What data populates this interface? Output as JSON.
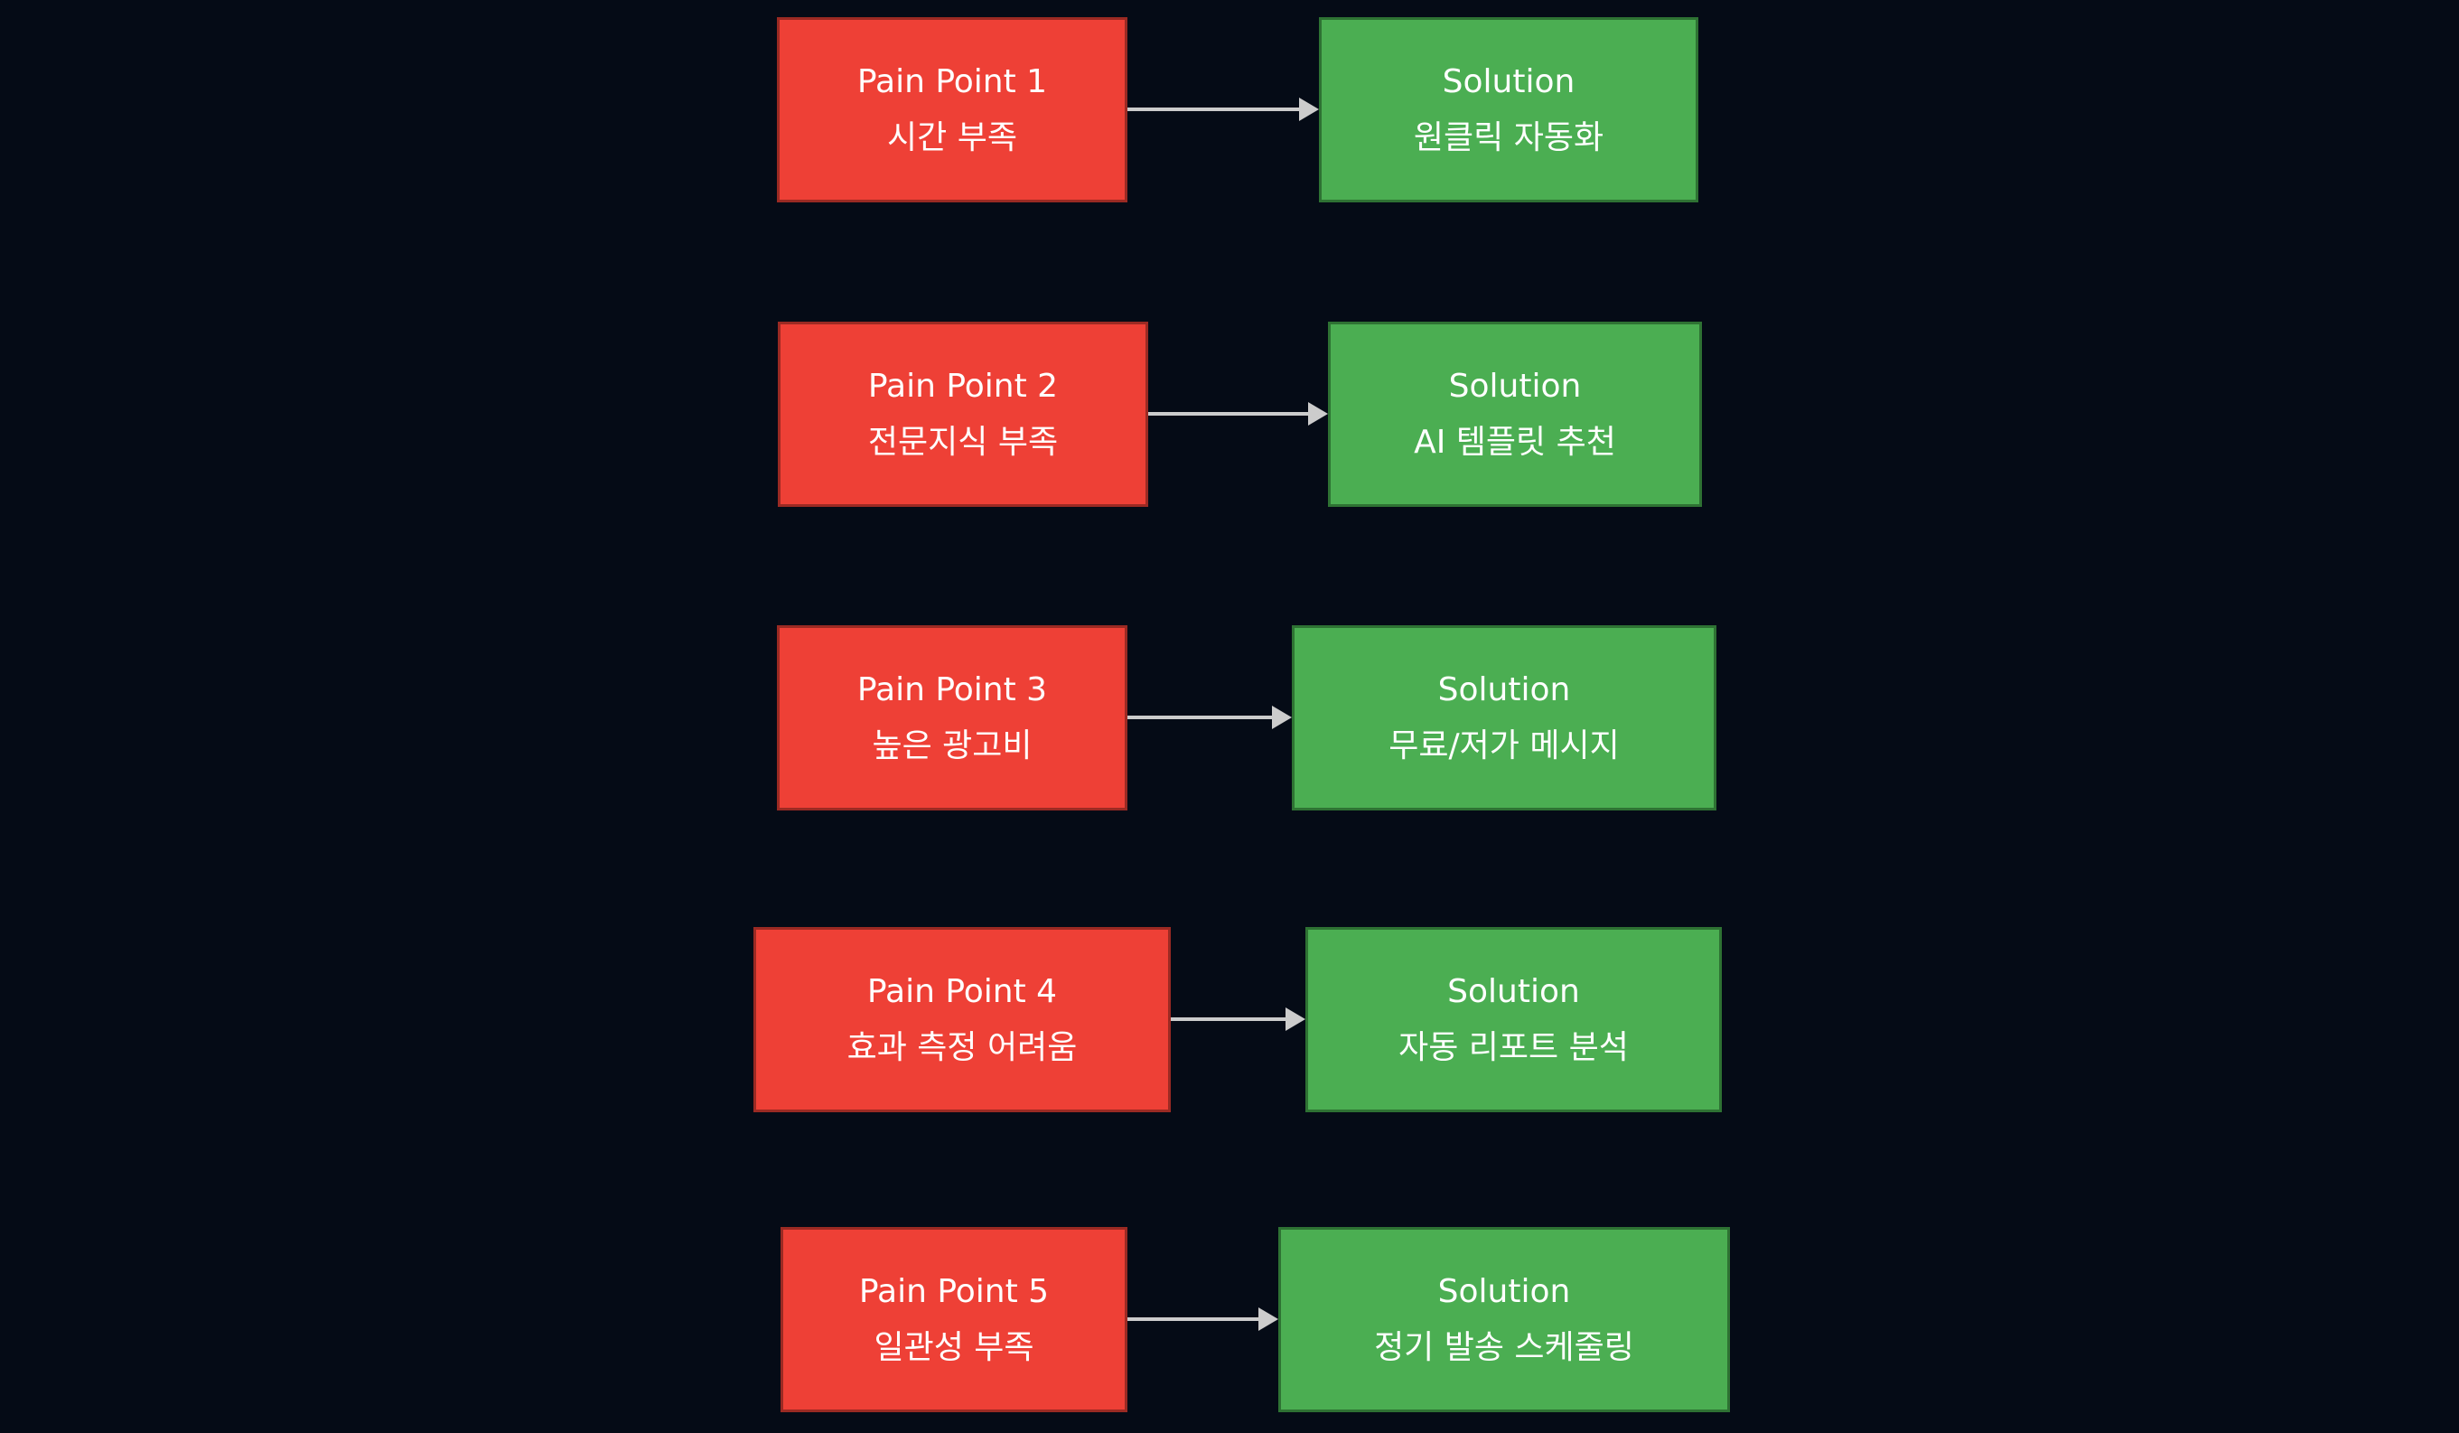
{
  "colors": {
    "background": "#050b16",
    "pain_fill": "#ee4036",
    "pain_border": "#9b2a23",
    "solution_fill": "#4bae52",
    "solution_border": "#2e7233",
    "arrow": "#cccccc",
    "text": "#ffffff"
  },
  "rows": [
    {
      "pain": {
        "title": "Pain Point 1",
        "label": "시간 부족"
      },
      "solution": {
        "title": "Solution",
        "label": "원클릭 자동화"
      }
    },
    {
      "pain": {
        "title": "Pain Point 2",
        "label": "전문지식 부족"
      },
      "solution": {
        "title": "Solution",
        "label": "AI 템플릿 추천"
      }
    },
    {
      "pain": {
        "title": "Pain Point 3",
        "label": "높은 광고비"
      },
      "solution": {
        "title": "Solution",
        "label": "무료/저가 메시지"
      }
    },
    {
      "pain": {
        "title": "Pain Point 4",
        "label": "효과 측정 어려움"
      },
      "solution": {
        "title": "Solution",
        "label": "자동 리포트 분석"
      }
    },
    {
      "pain": {
        "title": "Pain Point 5",
        "label": "일관성 부족"
      },
      "solution": {
        "title": "Solution",
        "label": "정기 발송 스케줄링"
      }
    }
  ]
}
